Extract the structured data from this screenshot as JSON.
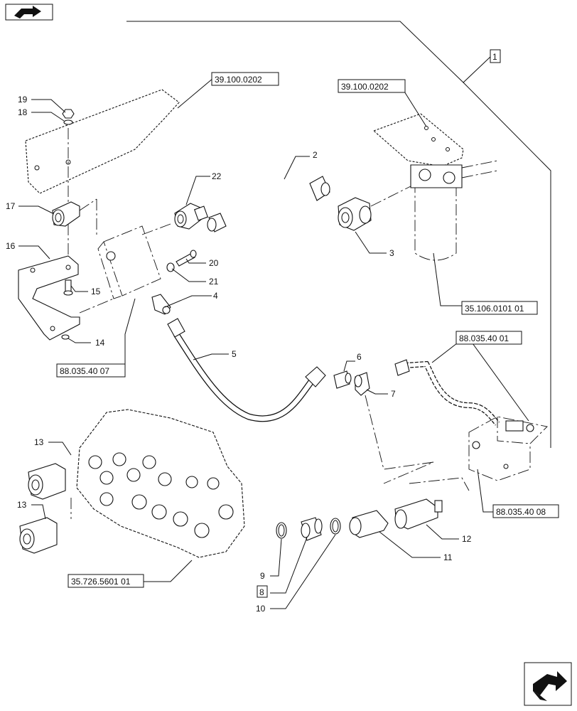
{
  "part_labels": {
    "p1": "1",
    "p2": "2",
    "p3": "3",
    "p4": "4",
    "p5": "5",
    "p6": "6",
    "p7": "7",
    "p8": "8",
    "p9": "9",
    "p10": "10",
    "p11": "11",
    "p12": "12",
    "p13a": "13",
    "p13b": "13",
    "p14": "14",
    "p15": "15",
    "p16": "16",
    "p17": "17",
    "p18": "18",
    "p19": "19",
    "p20": "20",
    "p21": "21",
    "p22": "22"
  },
  "references": {
    "ref_bracket_left": "39.100.0202",
    "ref_bracket_right": "39.100.0202",
    "ref_filter": "35.106.0101 01",
    "ref_block_left": "88.035.40 07",
    "ref_tube_right": "88.035.40 01",
    "ref_block_right": "88.035.40 08",
    "ref_valve": "35.726.5601 01"
  },
  "icons": {
    "top_left": "previous-page-icon",
    "bottom_right": "next-page-icon"
  }
}
